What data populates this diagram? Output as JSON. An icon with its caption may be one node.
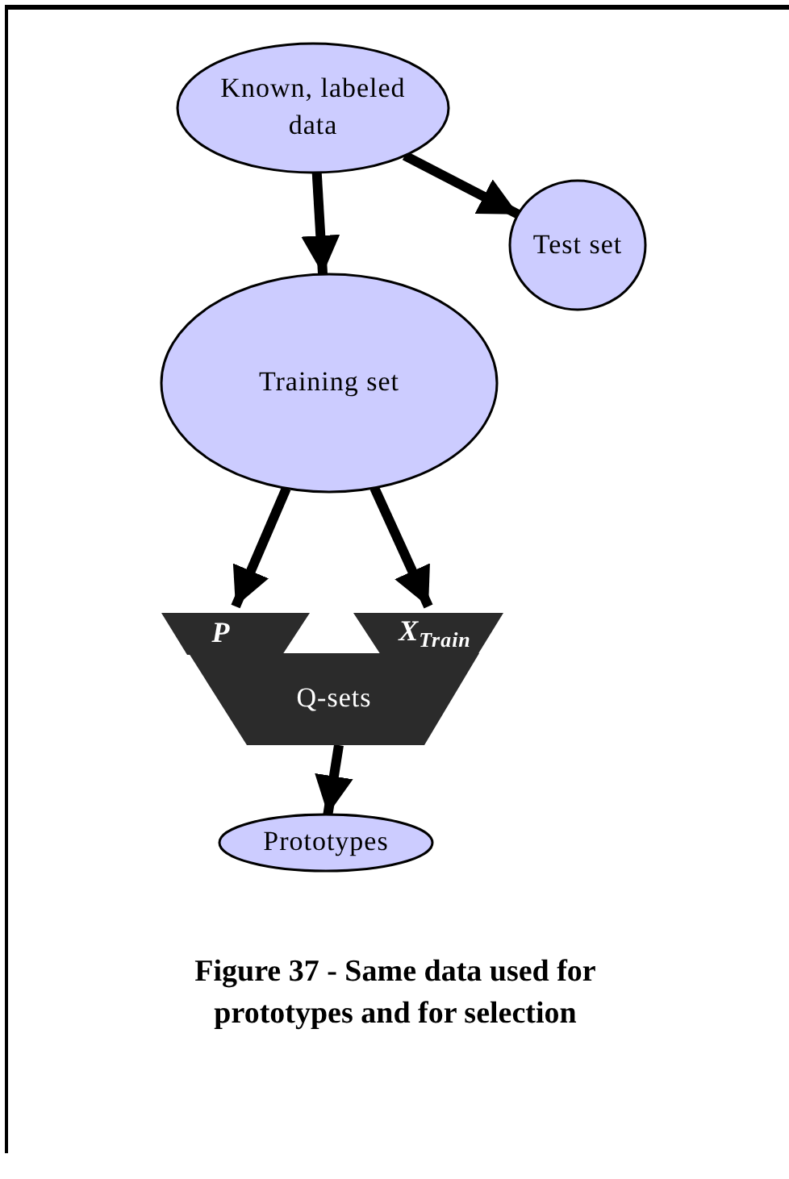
{
  "diagram": {
    "caption": "Figure 37 - Same data used for prototypes and for selection",
    "nodes": [
      {
        "text": [
          "Known, labeled data"
        ]
      },
      {
        "text": [
          "Test set"
        ]
      },
      {
        "text": [
          "Training set"
        ]
      },
      {
        "text": [
          "P"
        ]
      },
      {
        "text": [
          "X$_{Train}$"
        ]
      },
      {
        "text": [
          "Q-sets"
        ]
      },
      {
        "text": [
          "Prototypes"
        ]
      }
    ],
    "edges": [
      {
        "from": 0,
        "to": 2,
        "arrow": "to"
      },
      {
        "from": 0,
        "to": 1,
        "arrow": "to"
      },
      {
        "from": 2,
        "to": 3,
        "arrow": "to"
      },
      {
        "from": 2,
        "to": 4,
        "arrow": "to"
      },
      {
        "from": 5,
        "to": 6,
        "arrow": "to"
      }
    ]
  }
}
